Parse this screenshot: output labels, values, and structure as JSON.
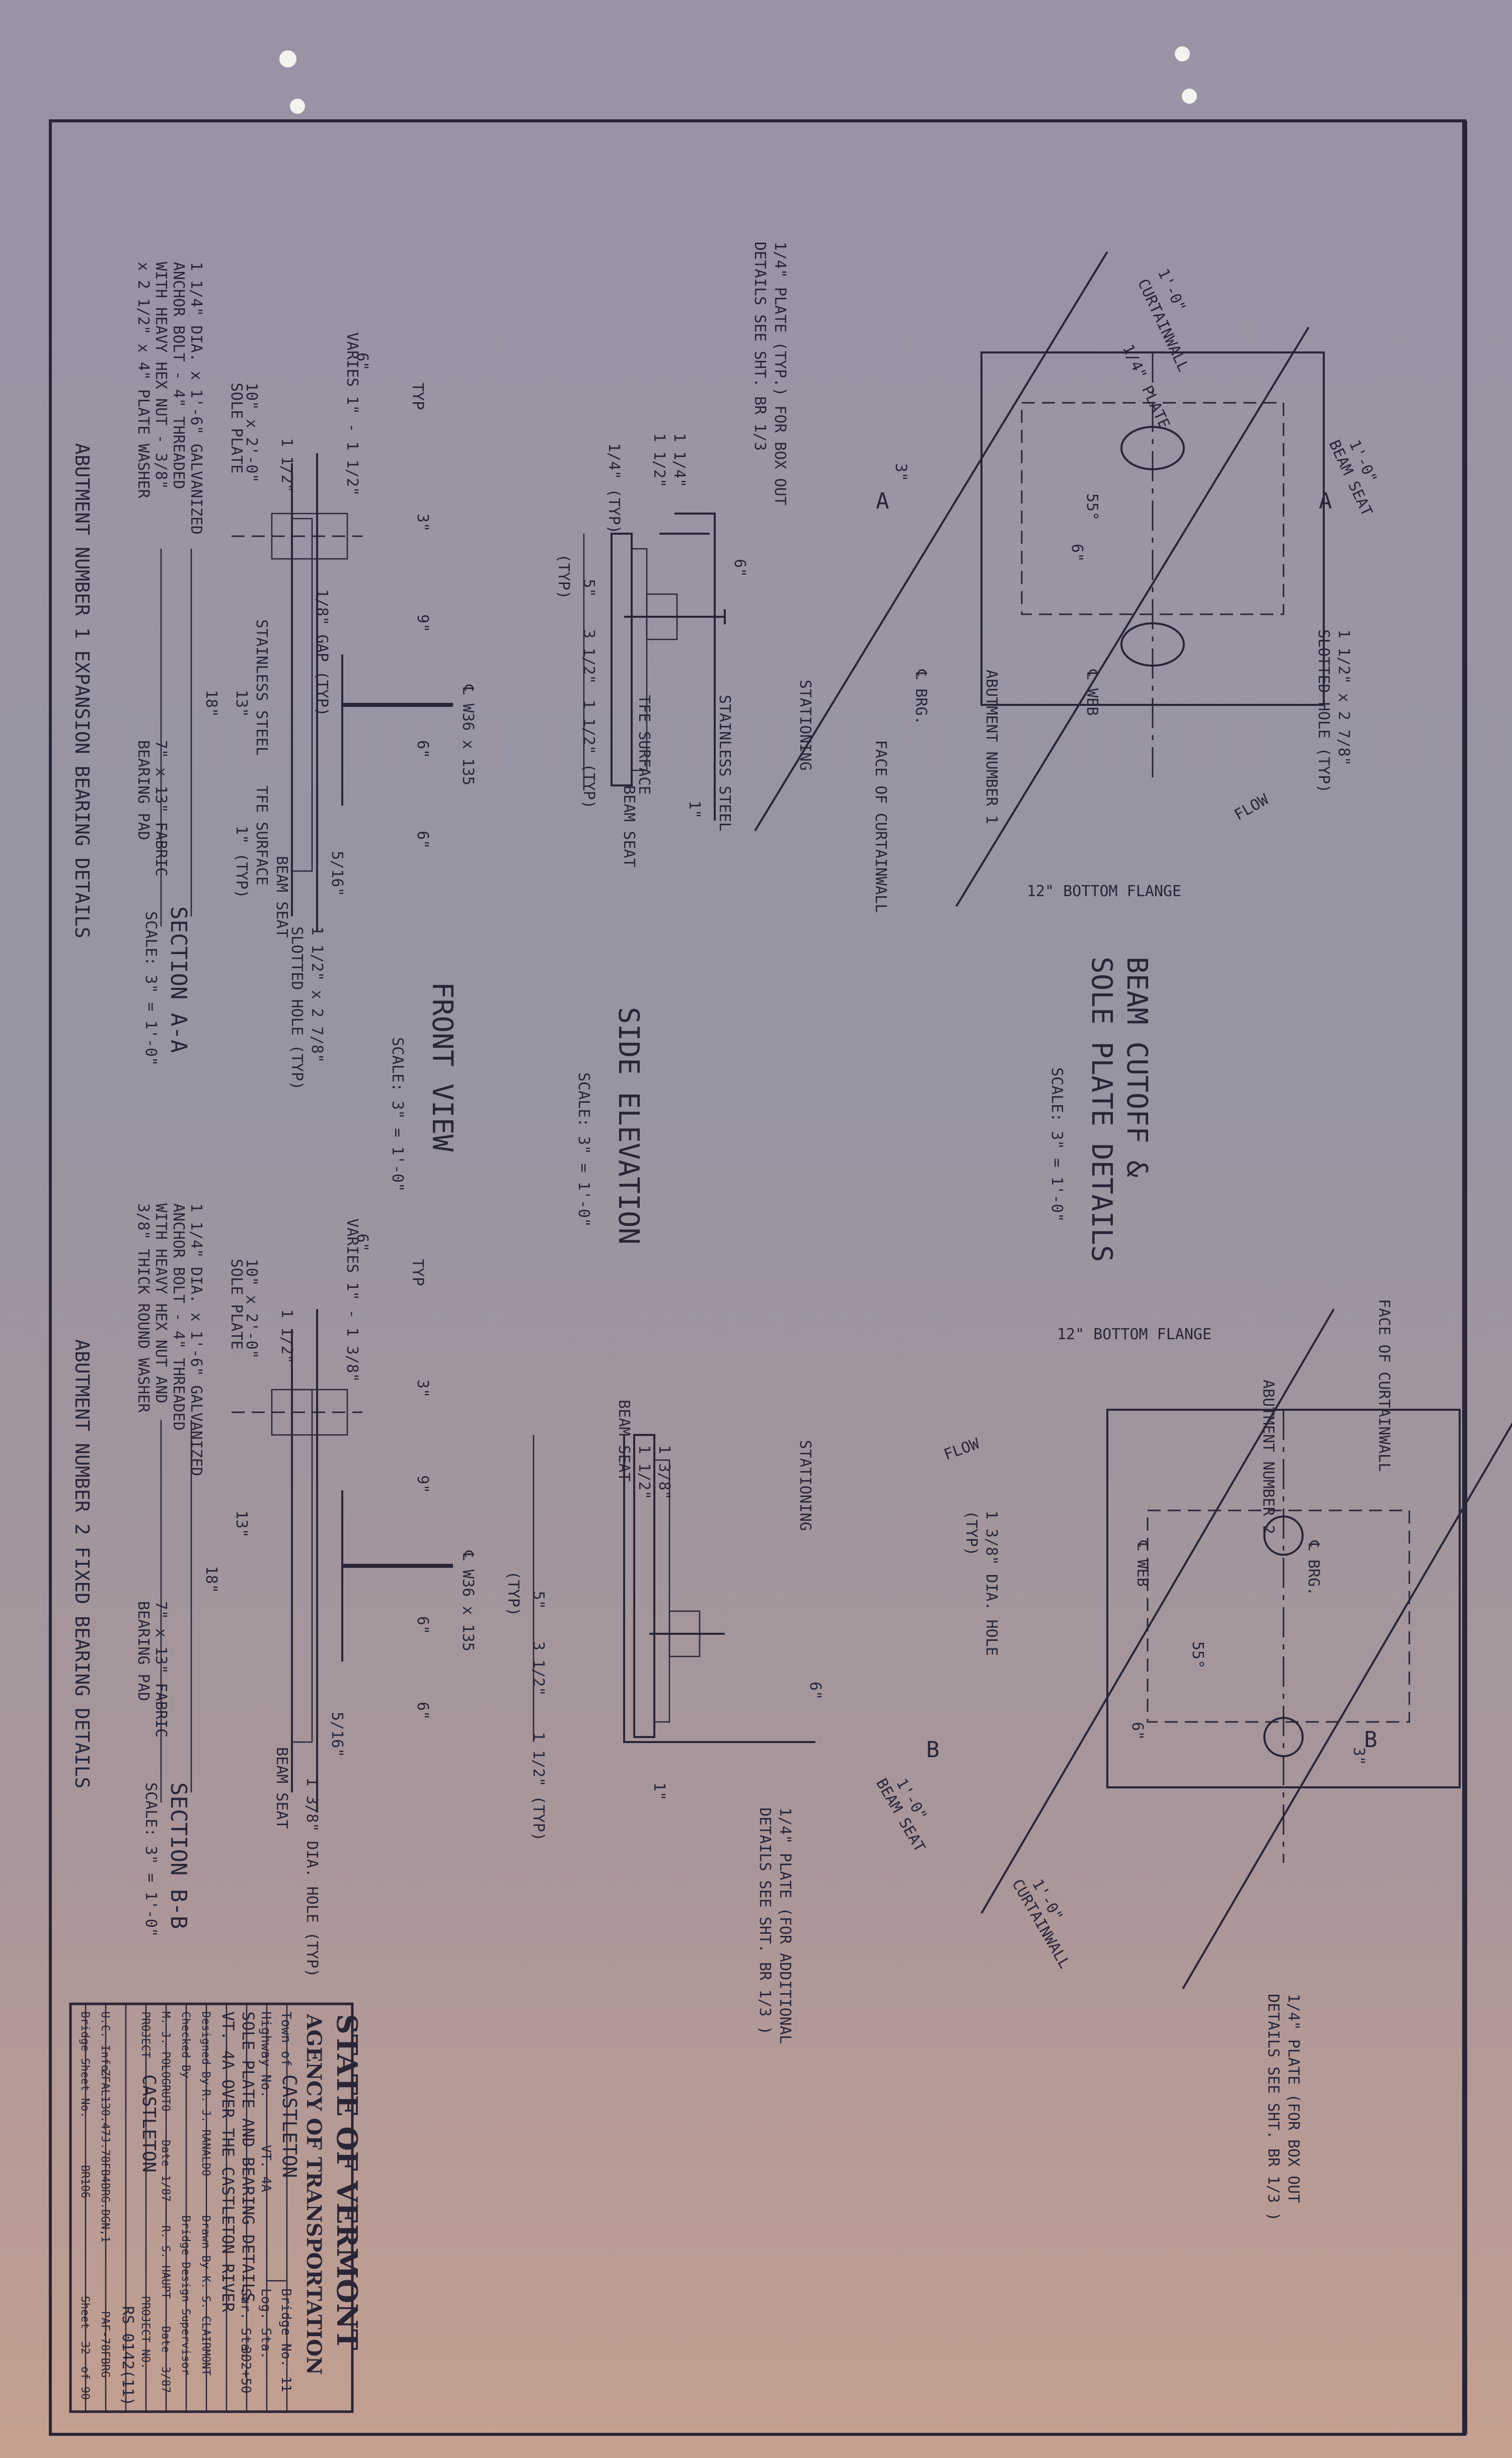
{
  "beam_cutoff": {
    "title_line1": "BEAM CUTOFF &",
    "title_line2": "SOLE PLATE DETAILS",
    "scale": "SCALE: 3\" = 1'-0\"",
    "abut1": {
      "plate_note_line1": "1/4\" PLATE",
      "curtain_line1": "1'-0\"",
      "curtain_line2": "CURTAINWALL",
      "beam_seat_line1": "1'-0\"",
      "beam_seat_line2": "BEAM SEAT",
      "slotted_line1": "1 1/2\" x 2 7/8\"",
      "slotted_line2": "SLOTTED HOLE (TYP)",
      "abutment": "ABUTMENT NUMBER 1",
      "face": "FACE OF CURTAINWALL",
      "flange": "12\" BOTTOM FLANGE",
      "web": "℄ WEB",
      "brg": "℄ BRG.",
      "angle": "55°",
      "dim_3": "3\"",
      "dim_6": "6\"",
      "section_mark": "A",
      "flow": "FLOW"
    },
    "abut2": {
      "flange": "12\" BOTTOM FLANGE",
      "abutment": "ABUTMENT NUMBER 2",
      "face": "FACE OF CURTAINWALL",
      "web": "℄ WEB",
      "brg": "℄ BRG.",
      "angle": "55°",
      "dim_6": "6\"",
      "dim_3": "3\"",
      "hole_line1": "1 3/8\" DIA. HOLE",
      "hole_line2": "(TYP)",
      "beam_seat_line1": "1'-0\"",
      "beam_seat_line2": "BEAM SEAT",
      "curtain_line1": "1'-0\"",
      "curtain_line2": "CURTAINWALL",
      "plate_note_line1": "1/4\" PLATE (FOR BOX OUT",
      "plate_note_line2": "DETAILS SEE SHT. BR 1/3 )",
      "section_mark": "B",
      "flow": "FLOW"
    }
  },
  "side_elevation": {
    "title": "SIDE ELEVATION",
    "scale": "SCALE: 3\" = 1'-0\"",
    "abut1": {
      "plate_note_line1": "1/4\" PLATE (TYP.) FOR BOX OUT",
      "plate_note_line2": "DETAILS SEE SHT. BR 1/3",
      "stationing": "STATIONING",
      "stainless": "STAINLESS STEEL",
      "tfe": "TFE SURFACE",
      "beam_seat": "BEAM SEAT",
      "dim_quarter": "1/4\" (TYP)",
      "dim_6": "6\"",
      "dim_5": "5\"",
      "dim_3half": "3 1/2\"",
      "dim_1half": "1 1/2\" (TYP)",
      "typ": "(TYP)",
      "dim_1": "1\"",
      "dim_a": "1 1/4\"",
      "dim_b": "1 1/2\""
    },
    "abut2": {
      "stationing": "STATIONING",
      "beam_seat": "BEAM SEAT",
      "dim_a": "1 3/8\"",
      "dim_b": "1 1/2\"",
      "dim_5": "5\"",
      "dim_3half": "3 1/2\"",
      "dim_6": "6\"",
      "dim_1half": "1 1/2\" (TYP)",
      "typ": "(TYP)",
      "dim_1": "1\"",
      "plate_note_line1": "1/4\" PLATE (FOR ADDITIONAL",
      "plate_note_line2": "DETAILS SEE SHT. BR 1/3 )"
    }
  },
  "front_view": {
    "title": "FRONT VIEW",
    "scale": "SCALE: 3\" = 1'-0\"",
    "abut1": {
      "section": "SECTION  A-A",
      "scale": "SCALE: 3\" = 1'-0\"",
      "beam": "℄ W36 x 135",
      "anchor_line1": "1 1/4\" DIA. x 1'-6\" GALVANIZED",
      "anchor_line2": "ANCHOR BOLT - 4\" THREADED",
      "anchor_line3": "WITH HEAVY HEX NUT - 3/8\"",
      "anchor_line4": "x 2 1/2\" x 4\" PLATE WASHER",
      "sole_line1": "10\" x 2'-0\"",
      "sole_line2": "SOLE PLATE",
      "varies": "VARIES 1\" - 1 1/2\"",
      "typ": "TYP",
      "gap": "1/8\" GAP (TYP)",
      "stainless": "STAINLESS STEEL",
      "tfe": "TFE SURFACE",
      "typ1": "1\" (TYP)",
      "beam_seat": "BEAM SEAT",
      "pad_line1": "7\" x 13\" FABRIC",
      "pad_line2": "BEARING PAD",
      "slot_line1": "1 1/2\" x 2 7/8\"",
      "slot_line2": "SLOTTED HOLE (TYP)",
      "weld": "5/16\"",
      "dims": [
        "6\"",
        "1 1/2\"",
        "3\"",
        "9\"",
        "6\"",
        "6\"",
        "18\"",
        "13\""
      ],
      "caption": "ABUTMENT NUMBER 1 EXPANSION BEARING DETAILS"
    },
    "abut2": {
      "section": "SECTION  B-B",
      "scale": "SCALE: 3\" = 1'-0\"",
      "beam": "℄ W36 x 135",
      "anchor_line1": "1 1/4\" DIA. x 1'-6\" GALVANIZED",
      "anchor_line2": "ANCHOR BOLT - 4\" THREADED",
      "anchor_line3": "WITH HEAVY HEX NUT AND",
      "anchor_line4": "3/8\" THICK ROUND WASHER",
      "sole_line1": "10\" x 2'-0\"",
      "sole_line2": "SOLE PLATE",
      "varies": "VARIES 1\" - 1 3/8\"",
      "typ": "TYP",
      "beam_seat": "BEAM SEAT",
      "pad_line1": "7\" x 13\" FABRIC",
      "pad_line2": "BEARING PAD",
      "hole": "1 3/8\" DIA. HOLE (TYP)",
      "weld": "5/16\"",
      "dims": [
        "6\"",
        "1 1/2\"",
        "3\"",
        "9\"",
        "6\"",
        "6\"",
        "18\"",
        "13\""
      ],
      "caption": "ABUTMENT NUMBER 2 FIXED BEARING DETAILS"
    }
  },
  "title_block": {
    "agency_line1": "STATE OF VERMONT",
    "agency_line2": "AGENCY OF TRANSPORTATION",
    "town_label": "Town of",
    "town": "CASTLETON",
    "bridge_label": "Bridge No.",
    "bridge_no": "11",
    "highway_label": "Highway No.",
    "highway": "VT. 4A",
    "log_label": "Log. Sta.",
    "log_sta": "",
    "sur_label": "Sur. Sta.",
    "sur_sta": "302+50",
    "sheet_title": "SOLE PLATE AND BEARING DETAILS",
    "location": "VT. 4A OVER THE CASTLETON RIVER",
    "designed_label": "Designed By",
    "designed": "R. J. RANALDO",
    "drawn_label": "Drawn By",
    "drawn": "K. S. CLAIRMONT",
    "checked_label": "Checked By",
    "checked": "M. J. POLOGRUTO",
    "date_label1": "Date",
    "date1": "1/87",
    "supervisor_label": "Bridge Design Supervisor",
    "supervisor": "R. S. HAUPT",
    "date_label2": "Date",
    "date2": "3/87",
    "project_label": "PROJECT",
    "project": "CASTLETON",
    "project_no_label": "PROJECT NO.",
    "project_no": "RS 0142(11)",
    "ucinfo_label": "U.C. Info.",
    "ucinfo": "ZFAL130.47J.78FB4BRG.DGN,1",
    "file": "PAF-78FBRG",
    "bridge_sheet_label": "Bridge Sheet No.",
    "bridge_sheet": "BR106",
    "sheet_label": "Sheet",
    "sheet_no": "32",
    "of_label": "of",
    "sheet_total": "90"
  }
}
